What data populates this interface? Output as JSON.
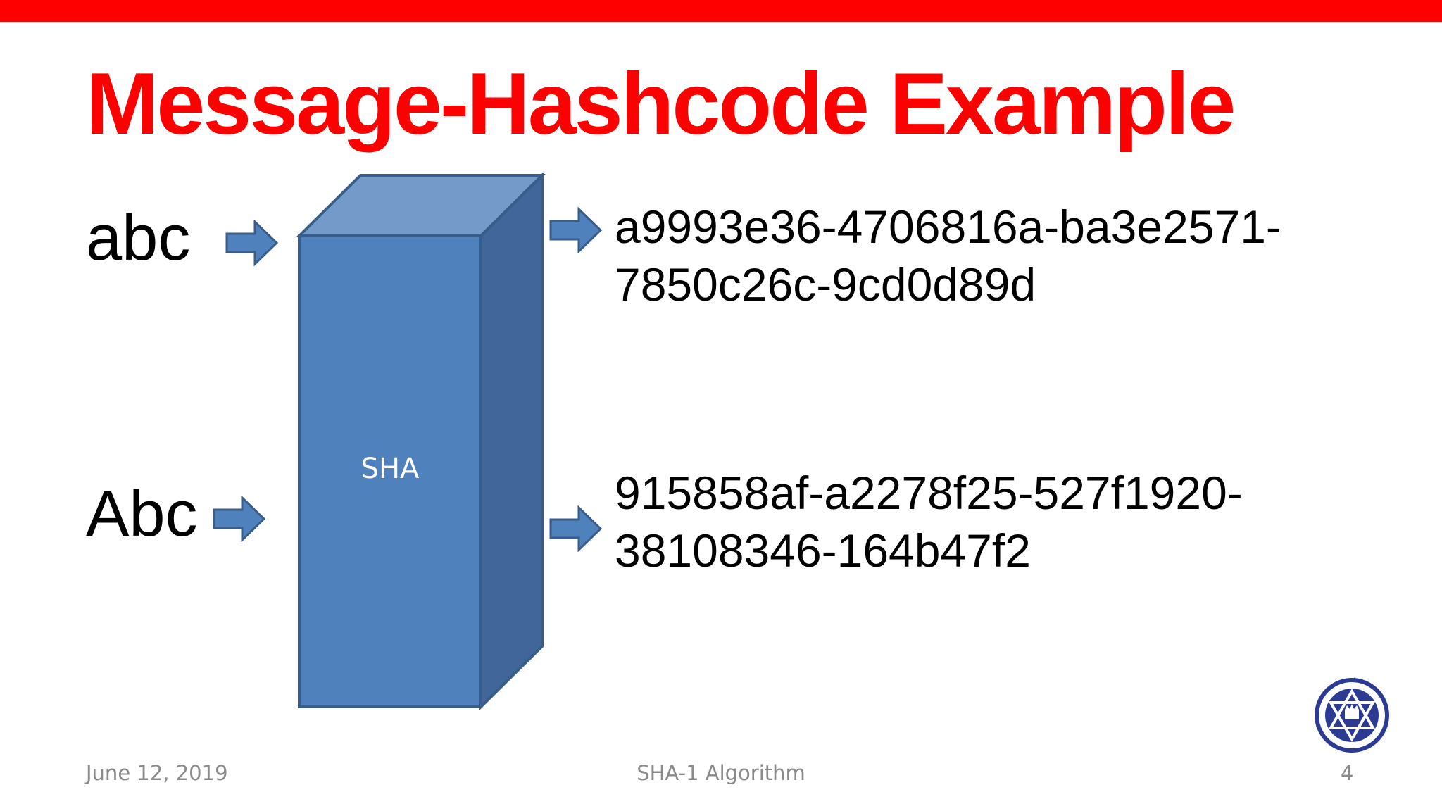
{
  "slide": {
    "title": "Message-Hashcode Example",
    "inputs": [
      "abc",
      "Abc"
    ],
    "hash_function_label": "SHA",
    "outputs": [
      [
        "a9993e36-4706816a-ba3e2571-",
        "7850c26c-9cd0d89d"
      ],
      [
        "915858af-a2278f25-527f1920-",
        "38108346-164b47f2"
      ]
    ]
  },
  "footer": {
    "date": "June 12, 2019",
    "center": "SHA-1 Algorithm",
    "page_number": "4"
  },
  "colors": {
    "accent": "#ff0000",
    "box_front": "#4f81bd",
    "box_top": "#739ac9",
    "box_side": "#41679a",
    "box_border": "#385d8a",
    "footer_text": "#8a8a8a",
    "logo": "#2b3a92"
  },
  "icons": [
    "right-arrow-icon",
    "college-logo-icon"
  ]
}
